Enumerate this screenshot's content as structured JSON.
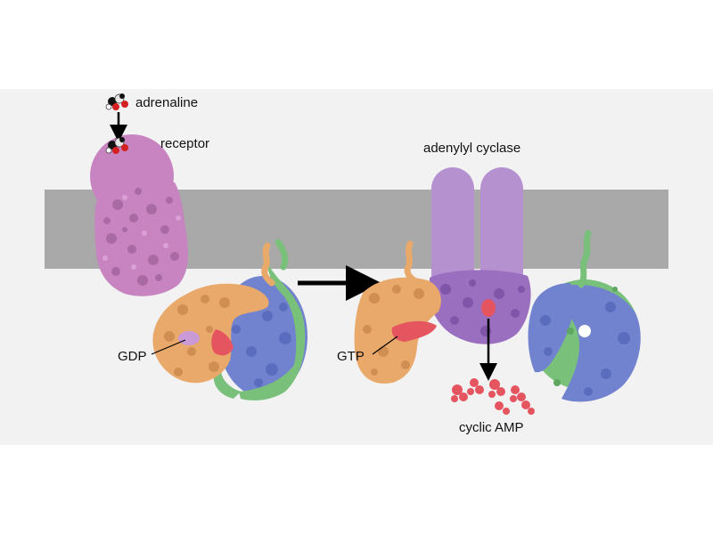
{
  "labels": {
    "adrenaline": "adrenaline",
    "receptor": "receptor",
    "adenylyl_cyclase": "adenylyl cyclase",
    "gdp": "GDP",
    "gtp": "GTP",
    "cyclic_amp": "cyclic AMP"
  },
  "colors": {
    "membrane": "#a9a9a9",
    "panel_background": "#f2f2f2",
    "receptor": "#c784c0",
    "g_alpha": "#e9a96a",
    "g_beta": "#7183cf",
    "g_gamma": "#79c07a",
    "cyclase": "#9b6fc0",
    "cyclase_membrane": "#b592cf",
    "nucleotide": "#e45560",
    "arrow": "#000000"
  },
  "icons": [
    "adrenaline-molecule-icon",
    "arrow-icon"
  ]
}
